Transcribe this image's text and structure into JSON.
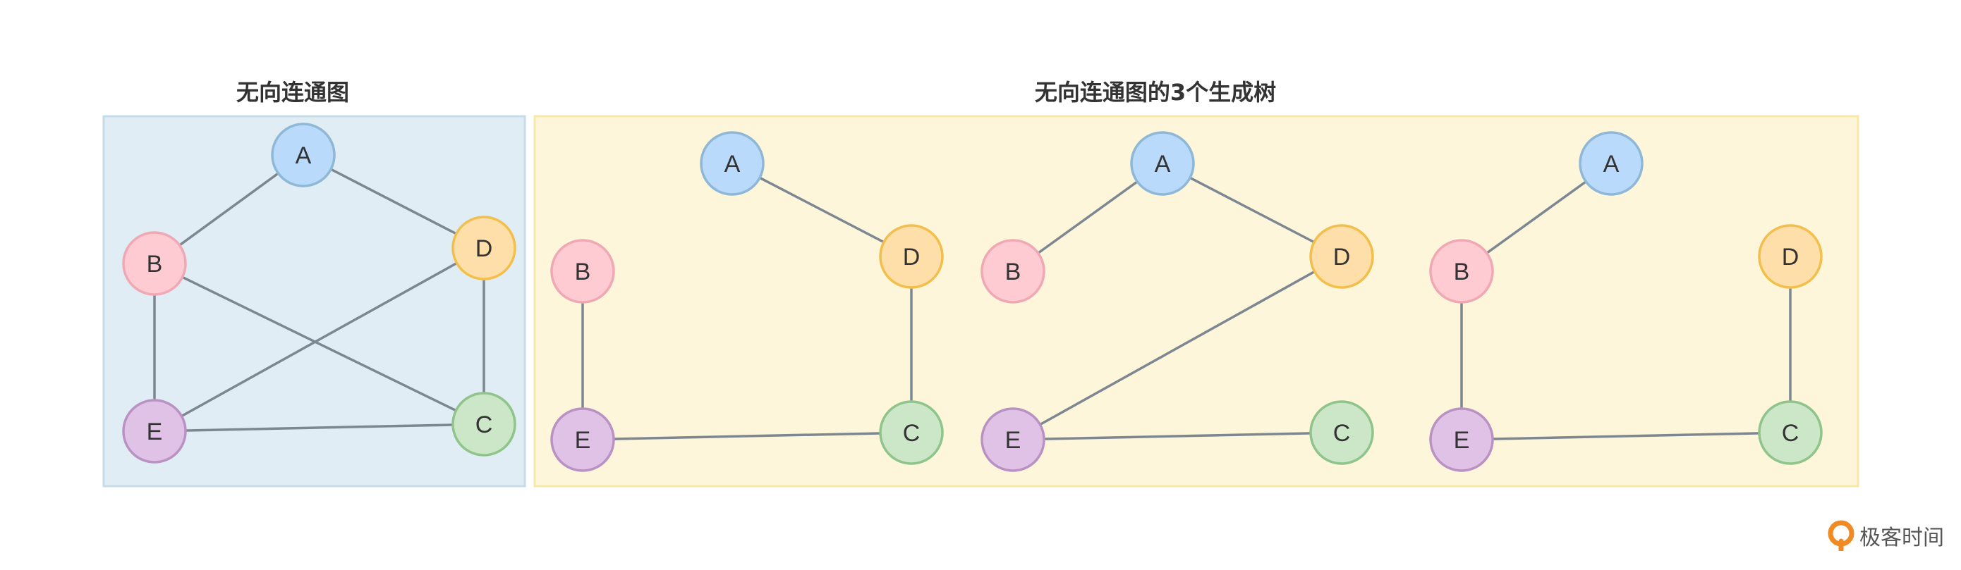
{
  "colors": {
    "panel_blue_fill": "#e1edf4",
    "panel_blue_border": "#c6dde9",
    "panel_yellow_fill": "#fdf6da",
    "panel_yellow_border": "#f6e9a6",
    "edge": "#7d8792",
    "A": {
      "fill": "#badafb",
      "stroke": "#8fb8d6"
    },
    "B": {
      "fill": "#fecbd3",
      "stroke": "#f0a9b4"
    },
    "C": {
      "fill": "#cbe7c8",
      "stroke": "#8fc48a"
    },
    "D": {
      "fill": "#fedfaa",
      "stroke": "#f3bf4c"
    },
    "E": {
      "fill": "#e1c2e7",
      "stroke": "#b992c3"
    },
    "logo_accent": "#f08a24"
  },
  "left_panel": {
    "title": "无向连通图"
  },
  "right_panel": {
    "title": "无向连通图的3个生成树"
  },
  "graphs": [
    {
      "name": "connected-graph",
      "edges": [
        [
          "A",
          "B"
        ],
        [
          "A",
          "D"
        ],
        [
          "B",
          "E"
        ],
        [
          "B",
          "C"
        ],
        [
          "D",
          "E"
        ],
        [
          "D",
          "C"
        ],
        [
          "E",
          "C"
        ]
      ]
    },
    {
      "name": "spanning-tree-1",
      "edges": [
        [
          "A",
          "D"
        ],
        [
          "D",
          "C"
        ],
        [
          "B",
          "E"
        ],
        [
          "E",
          "C"
        ]
      ]
    },
    {
      "name": "spanning-tree-2",
      "edges": [
        [
          "A",
          "B"
        ],
        [
          "A",
          "D"
        ],
        [
          "D",
          "E"
        ],
        [
          "E",
          "C"
        ]
      ]
    },
    {
      "name": "spanning-tree-3",
      "edges": [
        [
          "A",
          "B"
        ],
        [
          "B",
          "E"
        ],
        [
          "E",
          "C"
        ],
        [
          "D",
          "C"
        ]
      ]
    }
  ],
  "logo": {
    "text": "极客时间",
    "icon": "geektime-logo-icon"
  }
}
